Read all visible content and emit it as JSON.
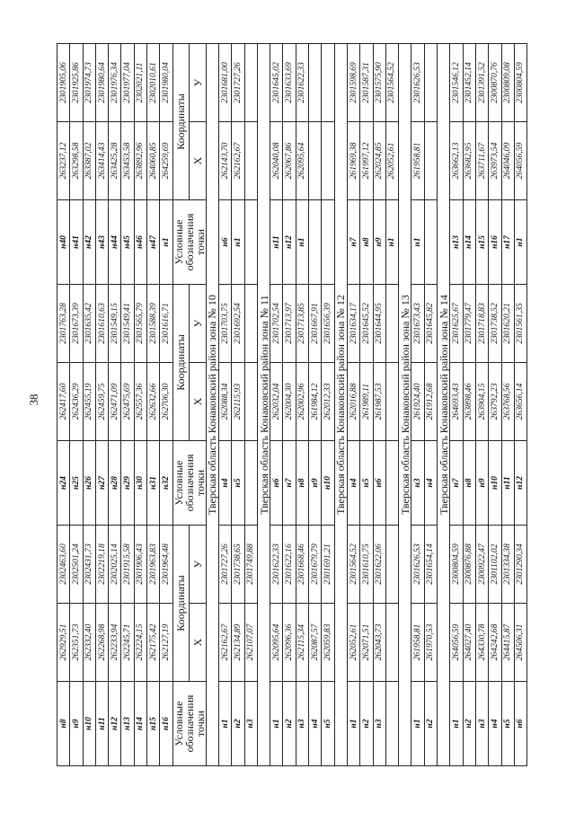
{
  "page_number": "38",
  "header": {
    "label_col": "Условные обозначения точки",
    "coords": "Координаты",
    "x": "Х",
    "y": "У"
  },
  "sections": [
    {
      "title": "",
      "rows": [
        [
          [
            "н8",
            "262929,51",
            "2302463,60"
          ],
          [
            "н24",
            "262417,60",
            "2301763,28"
          ],
          [
            "н40",
            "263237,12",
            "2301905,06"
          ]
        ],
        [
          [
            "н9",
            "262351,73",
            "2302501,24"
          ],
          [
            "н25",
            "262436,29",
            "2301673,39"
          ],
          [
            "н41",
            "263298,58",
            "2301925,86"
          ]
        ],
        [
          [
            "н10",
            "262332,40",
            "2302431,73"
          ],
          [
            "н26",
            "262455,19",
            "2301635,42"
          ],
          [
            "н42",
            "263387,02",
            "2301974,73"
          ]
        ],
        [
          [
            "н11",
            "262268,98",
            "2302219,18"
          ],
          [
            "н27",
            "262459,75",
            "2301610,63"
          ],
          [
            "н43",
            "263414,43",
            "2301980,64"
          ]
        ],
        [
          [
            "н12",
            "262233,94",
            "2302025,14"
          ],
          [
            "н28",
            "262471,09",
            "2301549,15"
          ],
          [
            "н44",
            "263425,28",
            "2301976,34"
          ]
        ],
        [
          [
            "н13",
            "262245,71",
            "2301915,58"
          ],
          [
            "н29",
            "262475,69",
            "2301549,41"
          ],
          [
            "н45",
            "263453,58",
            "2301977,04"
          ]
        ],
        [
          [
            "н14",
            "262224,15",
            "2301906,43"
          ],
          [
            "н30",
            "262557,36",
            "2301565,79"
          ],
          [
            "н46",
            "263892,96",
            "2302021,11"
          ]
        ],
        [
          [
            "н15",
            "262175,42",
            "2301963,83"
          ],
          [
            "н31",
            "262632,66",
            "2301588,39"
          ],
          [
            "н47",
            "264060,85",
            "2302010,61"
          ]
        ],
        [
          [
            "н16",
            "262127,19",
            "2301964,48"
          ],
          [
            "н32",
            "262706,30",
            "2301616,71"
          ],
          [
            "н1",
            "264259,69",
            "2301980,04"
          ]
        ]
      ]
    },
    {
      "title": "Тверская область Конаковский район зона № 10",
      "rows": [
        [
          [
            "н1",
            "262162,67",
            "2301727,26"
          ],
          [
            "н4",
            "262088,34",
            "2301703,75"
          ],
          [
            "н6",
            "262143,70",
            "2301681,00"
          ]
        ],
        [
          [
            "н2",
            "262134,89",
            "2301738,65"
          ],
          [
            "н5",
            "262115,93",
            "2301692,54"
          ],
          [
            "н1",
            "262162,67",
            "2301727,26"
          ]
        ],
        [
          [
            "н3",
            "262107,07",
            "2301749,88"
          ],
          [
            "",
            "",
            ""
          ],
          [
            "",
            "",
            ""
          ]
        ]
      ]
    },
    {
      "title": "Тверская область Конаковский район зона № 11",
      "rows": [
        [
          [
            "н1",
            "262095,64",
            "2301622,33"
          ],
          [
            "н6",
            "262032,04",
            "2301702,54"
          ],
          [
            "н11",
            "262040,08",
            "2301645,02"
          ]
        ],
        [
          [
            "н2",
            "262096,36",
            "2301622,16"
          ],
          [
            "н7",
            "262004,30",
            "2301713,97"
          ],
          [
            "н12",
            "262067,86",
            "2301633,69"
          ]
        ],
        [
          [
            "н3",
            "262115,34",
            "2301668,46"
          ],
          [
            "н8",
            "262002,96",
            "2301713,85"
          ],
          [
            "н1",
            "262095,64",
            "2301622,33"
          ]
        ],
        [
          [
            "н4",
            "262087,57",
            "2301679,79"
          ],
          [
            "н9",
            "261984,12",
            "2301667,91"
          ],
          [
            "",
            "",
            ""
          ]
        ],
        [
          [
            "н5",
            "262059,83",
            "2301691,21"
          ],
          [
            "н10",
            "262012,33",
            "2301656,39"
          ],
          [
            "",
            "",
            ""
          ]
        ]
      ]
    },
    {
      "title": "Тверская область Конаковский район зона № 12",
      "rows": [
        [
          [
            "н1",
            "262052,61",
            "2301564,52"
          ],
          [
            "н4",
            "262016,88",
            "2301634,17"
          ],
          [
            "н7",
            "261969,38",
            "2301598,69"
          ]
        ],
        [
          [
            "н2",
            "262071,51",
            "2301610,75"
          ],
          [
            "н5",
            "261989,11",
            "2301645,52"
          ],
          [
            "н8",
            "261997,12",
            "2301587,31"
          ]
        ],
        [
          [
            "н3",
            "262043,73",
            "2301622,06"
          ],
          [
            "н6",
            "261987,53",
            "2301644,95"
          ],
          [
            "н9",
            "262024,85",
            "2301575,90"
          ]
        ],
        [
          [
            "",
            "",
            ""
          ],
          [
            "",
            "",
            ""
          ],
          [
            "н1",
            "262052,61",
            "2301564,52"
          ]
        ]
      ]
    },
    {
      "title": "Тверская область Конаковский район зона № 13",
      "rows": [
        [
          [
            "н1",
            "261958,81",
            "2301626,53"
          ],
          [
            "н3",
            "261924,40",
            "2301673,43"
          ],
          [
            "н1",
            "261958,81",
            "2301626,53"
          ]
        ],
        [
          [
            "н2",
            "261970,53",
            "2301654,14"
          ],
          [
            "н4",
            "261912,68",
            "2301645,82"
          ],
          [
            "",
            "",
            ""
          ]
        ]
      ]
    },
    {
      "title": "Тверская область Конаковский район зона № 14",
      "rows": [
        [
          [
            "н1",
            "264056,59",
            "2300804,59"
          ],
          [
            "н7",
            "264693,43",
            "2301625,67"
          ],
          [
            "н13",
            "263662,13",
            "2301546,12"
          ]
        ],
        [
          [
            "н2",
            "264027,40",
            "2300876,88"
          ],
          [
            "н8",
            "263898,46",
            "2301779,47"
          ],
          [
            "н14",
            "263682,95",
            "2301452,14"
          ]
        ],
        [
          [
            "н3",
            "264330,78",
            "2300922,47"
          ],
          [
            "н9",
            "263904,15",
            "2301718,83"
          ],
          [
            "н15",
            "263711,67",
            "2301391,52"
          ]
        ],
        [
          [
            "н4",
            "264242,68",
            "2301102,02"
          ],
          [
            "н10",
            "263792,23",
            "2301738,52"
          ],
          [
            "н16",
            "263973,54",
            "2300870,76"
          ]
        ],
        [
          [
            "н5",
            "264415,87",
            "2301334,38"
          ],
          [
            "н11",
            "263768,56",
            "2301620,21"
          ],
          [
            "н17",
            "264046,09",
            "2300809,08"
          ]
        ],
        [
          [
            "н6",
            "264506,31",
            "2301290,34"
          ],
          [
            "н12",
            "263656,14",
            "2301561,35"
          ],
          [
            "н1",
            "264056,59",
            "2300804,59"
          ]
        ]
      ]
    }
  ]
}
